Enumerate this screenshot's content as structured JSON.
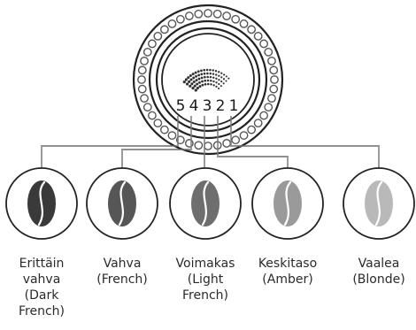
{
  "dial": {
    "numbers": [
      "5",
      "4",
      "3",
      "2",
      "1"
    ]
  },
  "roasts": [
    {
      "label_lines": [
        "Erittäin",
        "vahva",
        "(Dark",
        "French)"
      ],
      "level": 5,
      "bean_color": "#3a3a3a"
    },
    {
      "label_lines": [
        "Vahva",
        "(French)"
      ],
      "level": 4,
      "bean_color": "#565656"
    },
    {
      "label_lines": [
        "Voimakas",
        "(Light",
        "French)"
      ],
      "level": 3,
      "bean_color": "#6e6e6e"
    },
    {
      "label_lines": [
        "Keskitaso",
        "(Amber)"
      ],
      "level": 2,
      "bean_color": "#9a9a9a"
    },
    {
      "label_lines": [
        "Vaalea",
        "(Blonde)"
      ],
      "level": 1,
      "bean_color": "#b9b9b9"
    }
  ],
  "colors": {
    "line": "#222222",
    "knurl": "#555555"
  }
}
